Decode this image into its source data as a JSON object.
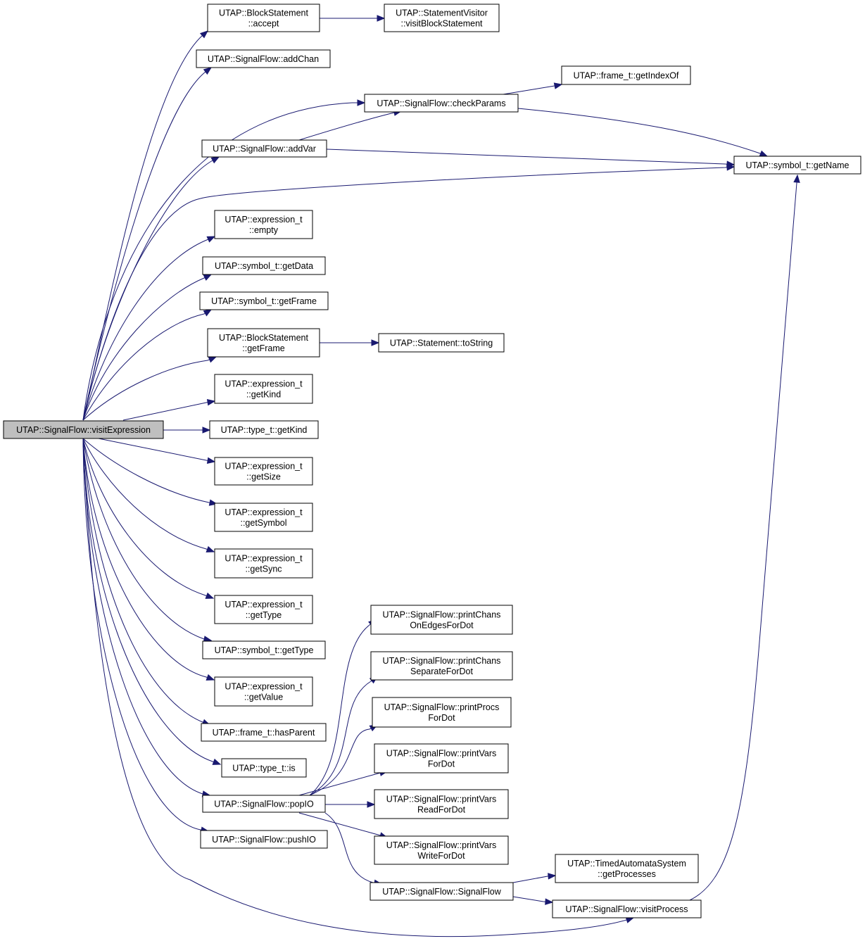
{
  "nodes": [
    {
      "id": "visitExpression",
      "lines": [
        "UTAP::SignalFlow::visitExpression"
      ],
      "root": true
    },
    {
      "id": "bsAccept",
      "lines": [
        "UTAP::BlockStatement",
        "::accept"
      ]
    },
    {
      "id": "svVisitBlock",
      "lines": [
        "UTAP::StatementVisitor",
        "::visitBlockStatement"
      ]
    },
    {
      "id": "addChan",
      "lines": [
        "UTAP::SignalFlow::addChan"
      ]
    },
    {
      "id": "frameGetIndexOf",
      "lines": [
        "UTAP::frame_t::getIndexOf"
      ]
    },
    {
      "id": "checkParams",
      "lines": [
        "UTAP::SignalFlow::checkParams"
      ]
    },
    {
      "id": "addVar",
      "lines": [
        "UTAP::SignalFlow::addVar"
      ]
    },
    {
      "id": "symGetName",
      "lines": [
        "UTAP::symbol_t::getName"
      ]
    },
    {
      "id": "exprEmpty",
      "lines": [
        "UTAP::expression_t",
        "::empty"
      ]
    },
    {
      "id": "symGetData",
      "lines": [
        "UTAP::symbol_t::getData"
      ]
    },
    {
      "id": "symGetFrame",
      "lines": [
        "UTAP::symbol_t::getFrame"
      ]
    },
    {
      "id": "bsGetFrame",
      "lines": [
        "UTAP::BlockStatement",
        "::getFrame"
      ]
    },
    {
      "id": "stmtToString",
      "lines": [
        "UTAP::Statement::toString"
      ]
    },
    {
      "id": "exprGetKind",
      "lines": [
        "UTAP::expression_t",
        "::getKind"
      ]
    },
    {
      "id": "typeGetKind",
      "lines": [
        "UTAP::type_t::getKind"
      ]
    },
    {
      "id": "exprGetSize",
      "lines": [
        "UTAP::expression_t",
        "::getSize"
      ]
    },
    {
      "id": "exprGetSymbol",
      "lines": [
        "UTAP::expression_t",
        "::getSymbol"
      ]
    },
    {
      "id": "exprGetSync",
      "lines": [
        "UTAP::expression_t",
        "::getSync"
      ]
    },
    {
      "id": "exprGetType",
      "lines": [
        "UTAP::expression_t",
        "::getType"
      ]
    },
    {
      "id": "printChansOnEdges",
      "lines": [
        "UTAP::SignalFlow::printChans",
        "OnEdgesForDot"
      ]
    },
    {
      "id": "symGetType",
      "lines": [
        "UTAP::symbol_t::getType"
      ]
    },
    {
      "id": "printChansSeparate",
      "lines": [
        "UTAP::SignalFlow::printChans",
        "SeparateForDot"
      ]
    },
    {
      "id": "exprGetValue",
      "lines": [
        "UTAP::expression_t",
        "::getValue"
      ]
    },
    {
      "id": "printProcs",
      "lines": [
        "UTAP::SignalFlow::printProcs",
        "ForDot"
      ]
    },
    {
      "id": "frameHasParent",
      "lines": [
        "UTAP::frame_t::hasParent"
      ]
    },
    {
      "id": "printVars",
      "lines": [
        "UTAP::SignalFlow::printVars",
        "ForDot"
      ]
    },
    {
      "id": "typeIs",
      "lines": [
        "UTAP::type_t::is"
      ]
    },
    {
      "id": "popIO",
      "lines": [
        "UTAP::SignalFlow::popIO"
      ]
    },
    {
      "id": "printVarsRead",
      "lines": [
        "UTAP::SignalFlow::printVars",
        "ReadForDot"
      ]
    },
    {
      "id": "pushIO",
      "lines": [
        "UTAP::SignalFlow::pushIO"
      ]
    },
    {
      "id": "printVarsWrite",
      "lines": [
        "UTAP::SignalFlow::printVars",
        "WriteForDot"
      ]
    },
    {
      "id": "tasGetProcesses",
      "lines": [
        "UTAP::TimedAutomataSystem",
        "::getProcesses"
      ]
    },
    {
      "id": "signalFlowCtor",
      "lines": [
        "UTAP::SignalFlow::SignalFlow"
      ]
    },
    {
      "id": "visitProcess",
      "lines": [
        "UTAP::SignalFlow::visitProcess"
      ]
    }
  ],
  "edges": [
    {
      "from": "visitExpression",
      "to": "bsAccept"
    },
    {
      "from": "bsAccept",
      "to": "svVisitBlock"
    },
    {
      "from": "visitExpression",
      "to": "addChan"
    },
    {
      "from": "visitExpression",
      "to": "checkParams"
    },
    {
      "from": "checkParams",
      "to": "frameGetIndexOf"
    },
    {
      "from": "checkParams",
      "to": "symGetName"
    },
    {
      "from": "visitExpression",
      "to": "addVar"
    },
    {
      "from": "addVar",
      "to": "checkParams"
    },
    {
      "from": "addVar",
      "to": "symGetName"
    },
    {
      "from": "visitExpression",
      "to": "symGetName"
    },
    {
      "from": "visitExpression",
      "to": "exprEmpty"
    },
    {
      "from": "visitExpression",
      "to": "symGetData"
    },
    {
      "from": "visitExpression",
      "to": "symGetFrame"
    },
    {
      "from": "visitExpression",
      "to": "bsGetFrame"
    },
    {
      "from": "bsGetFrame",
      "to": "stmtToString"
    },
    {
      "from": "visitExpression",
      "to": "exprGetKind"
    },
    {
      "from": "visitExpression",
      "to": "typeGetKind"
    },
    {
      "from": "visitExpression",
      "to": "exprGetSize"
    },
    {
      "from": "visitExpression",
      "to": "exprGetSymbol"
    },
    {
      "from": "visitExpression",
      "to": "exprGetSync"
    },
    {
      "from": "visitExpression",
      "to": "exprGetType"
    },
    {
      "from": "visitExpression",
      "to": "symGetType"
    },
    {
      "from": "visitExpression",
      "to": "exprGetValue"
    },
    {
      "from": "visitExpression",
      "to": "frameHasParent"
    },
    {
      "from": "visitExpression",
      "to": "typeIs"
    },
    {
      "from": "visitExpression",
      "to": "popIO"
    },
    {
      "from": "visitExpression",
      "to": "pushIO"
    },
    {
      "from": "visitExpression",
      "to": "visitProcess"
    },
    {
      "from": "popIO",
      "to": "printChansOnEdges"
    },
    {
      "from": "popIO",
      "to": "printChansSeparate"
    },
    {
      "from": "popIO",
      "to": "printProcs"
    },
    {
      "from": "popIO",
      "to": "printVars"
    },
    {
      "from": "popIO",
      "to": "printVarsRead"
    },
    {
      "from": "popIO",
      "to": "printVarsWrite"
    },
    {
      "from": "popIO",
      "to": "signalFlowCtor"
    },
    {
      "from": "signalFlowCtor",
      "to": "tasGetProcesses"
    },
    {
      "from": "signalFlowCtor",
      "to": "visitProcess"
    },
    {
      "from": "visitProcess",
      "to": "symGetName"
    }
  ]
}
